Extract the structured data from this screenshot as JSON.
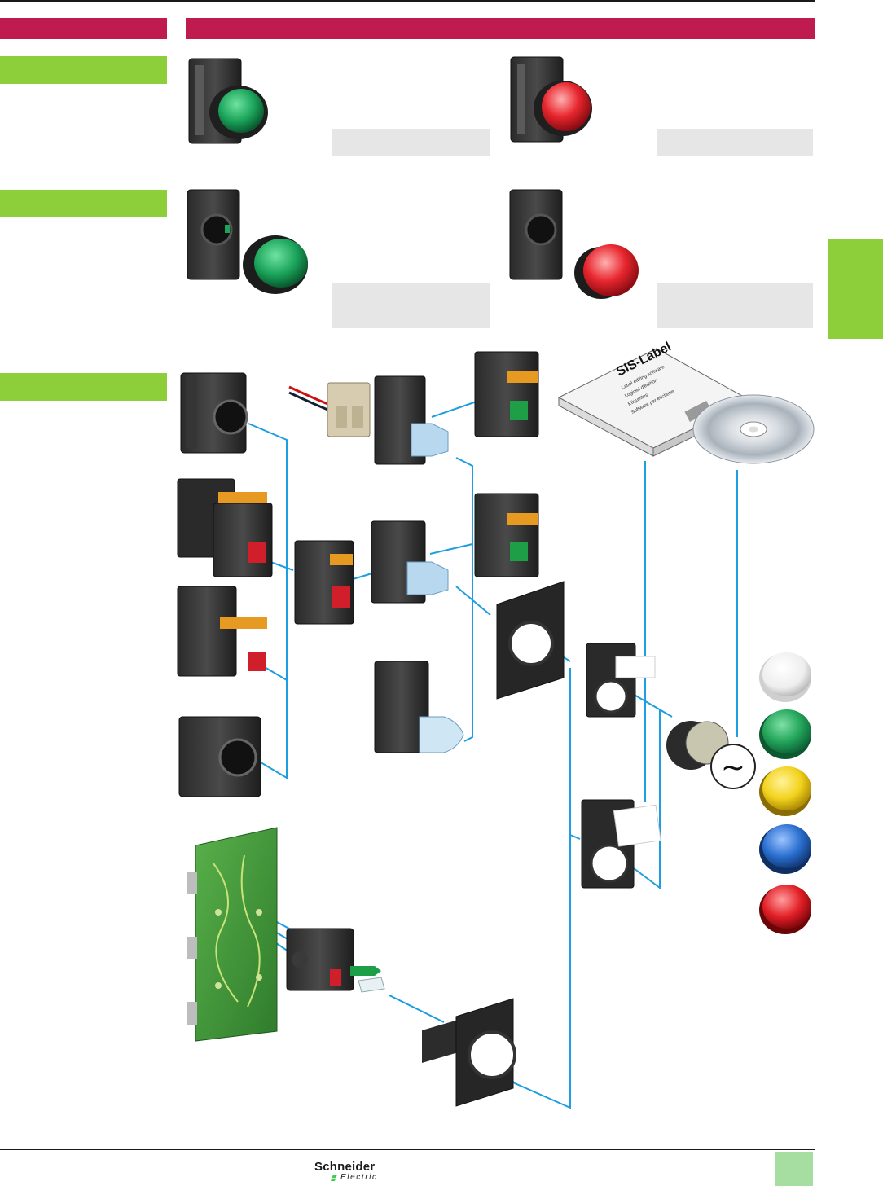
{
  "header": {
    "band_color": "#c01b4e",
    "section_color": "#8ccf3b"
  },
  "products": [
    {
      "name": "pushbutton-green-assembled",
      "color": "#1aa35a"
    },
    {
      "name": "pilot-light-red-assembled",
      "color": "#e8262e"
    },
    {
      "name": "pushbutton-green-kit",
      "color": "#1aa35a"
    },
    {
      "name": "pilot-light-red-kit",
      "color": "#e8262e"
    }
  ],
  "cd_label": {
    "title": "SIS-Label",
    "lines": [
      "Label editing software",
      "Logiciel d'edition",
      "Etiquettes",
      "Software per etichette"
    ]
  },
  "caps": [
    {
      "name": "cap-white",
      "color": "#f2f2f2"
    },
    {
      "name": "cap-green",
      "color": "#23a55a"
    },
    {
      "name": "cap-yellow",
      "color": "#f2d21c"
    },
    {
      "name": "cap-blue",
      "color": "#2a6fd0"
    },
    {
      "name": "cap-red",
      "color": "#e21f26"
    }
  ],
  "ac_symbol": "~",
  "footer": {
    "brand": "Schneider",
    "brand_sub": "Electric",
    "brand_color": "#3dcd58",
    "page_tab_color": "#a6dea2"
  }
}
